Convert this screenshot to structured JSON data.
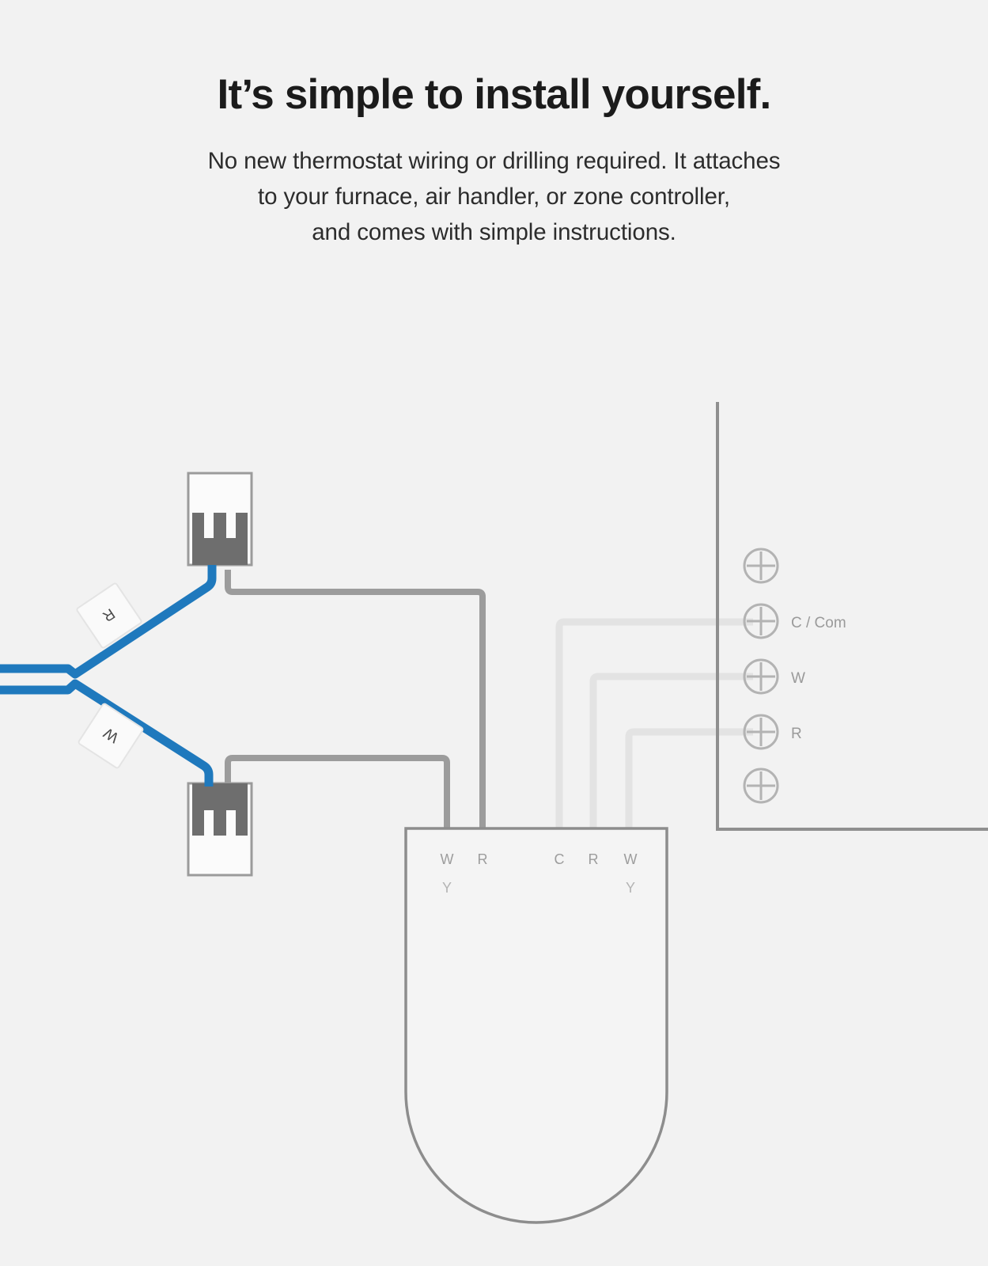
{
  "header": {
    "headline": "It’s simple to install yourself.",
    "subhead_line1": "No new thermostat wiring or drilling required. It attaches",
    "subhead_line2": "to your furnace, air handler, or zone controller,",
    "subhead_line3": "and comes with simple instructions."
  },
  "colors": {
    "background": "#f2f2f2",
    "heading_text": "#1b1b1b",
    "body_text": "#2c2c2c",
    "wire_blue": "#1f79bd",
    "wire_dark_gray": "#9a9a9a",
    "wire_light_gray": "#e2e2e2",
    "outline_gray": "#8b8b8b",
    "label_gray": "#9a9a9a"
  },
  "diagram": {
    "wire_tags": [
      {
        "label": "R",
        "name": "wire-tag-r"
      },
      {
        "label": "W",
        "name": "wire-tag-w"
      }
    ],
    "connectors": [
      {
        "name": "connector-block-upper",
        "orientation": "comb-down"
      },
      {
        "name": "connector-block-lower",
        "orientation": "comb-up"
      }
    ],
    "control_panel": {
      "terminals": [
        {
          "label": "",
          "wired": false
        },
        {
          "label": "C / Com",
          "wired": true
        },
        {
          "label": "W",
          "wired": true
        },
        {
          "label": "R",
          "wired": true
        },
        {
          "label": "",
          "wired": false
        }
      ]
    },
    "device": {
      "name": "thermostat-bridge-device",
      "terminal_labels": [
        {
          "top": "W",
          "bottom": "Y",
          "stacked": true
        },
        {
          "top": "R",
          "bottom": "",
          "stacked": false
        },
        {
          "top": "C",
          "bottom": "",
          "stacked": false
        },
        {
          "top": "R",
          "bottom": "",
          "stacked": false
        },
        {
          "top": "W",
          "bottom": "Y",
          "stacked": true
        }
      ]
    }
  }
}
